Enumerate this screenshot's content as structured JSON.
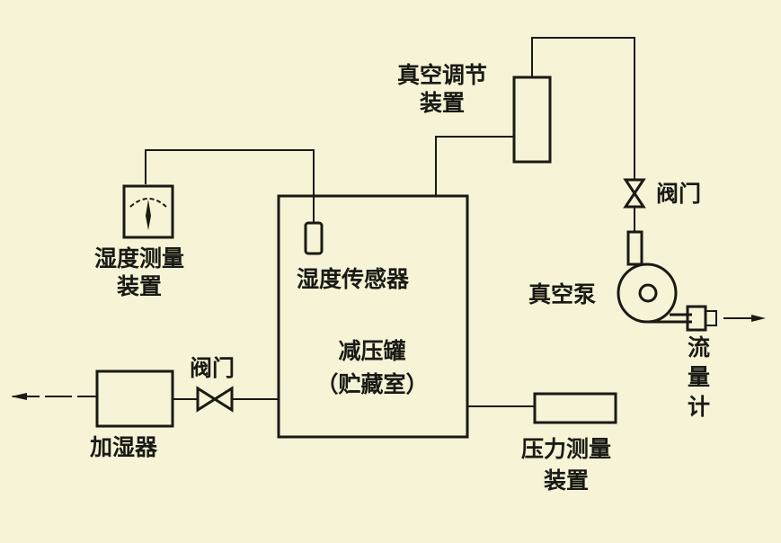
{
  "labels": {
    "vacuum_regulator_1": "真空调节",
    "vacuum_regulator_2": "装置",
    "valve_top": "阀门",
    "humidity_meter_1": "湿度测量",
    "humidity_meter_2": "装置",
    "humidity_sensor": "湿度传感器",
    "tank_1": "减压罐",
    "tank_2": "（贮藏室）",
    "vacuum_pump": "真空泵",
    "flowmeter_1": "流",
    "flowmeter_2": "量",
    "flowmeter_3": "计",
    "valve_left": "阀门",
    "humidifier": "加湿器",
    "pressure_meter_1": "压力测量",
    "pressure_meter_2": "装置"
  }
}
